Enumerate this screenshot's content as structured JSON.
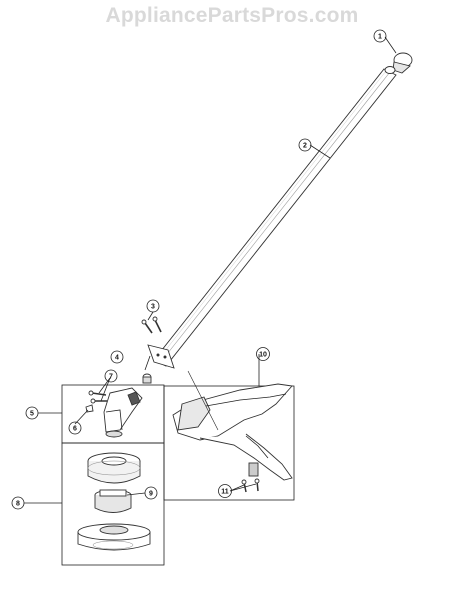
{
  "watermark": "AppliancePartsPros.com",
  "callouts": [
    {
      "id": "1",
      "label": "1"
    },
    {
      "id": "2",
      "label": "2"
    },
    {
      "id": "3",
      "label": "3"
    },
    {
      "id": "4",
      "label": "4"
    },
    {
      "id": "5",
      "label": "5"
    },
    {
      "id": "6",
      "label": "6"
    },
    {
      "id": "7",
      "label": "7"
    },
    {
      "id": "8",
      "label": "8"
    },
    {
      "id": "9",
      "label": "9"
    },
    {
      "id": "10",
      "label": "10"
    },
    {
      "id": "11",
      "label": "11"
    }
  ],
  "colors": {
    "line": "#222222",
    "watermark": "#d9d9d9",
    "shade": "#c8c8c8"
  }
}
